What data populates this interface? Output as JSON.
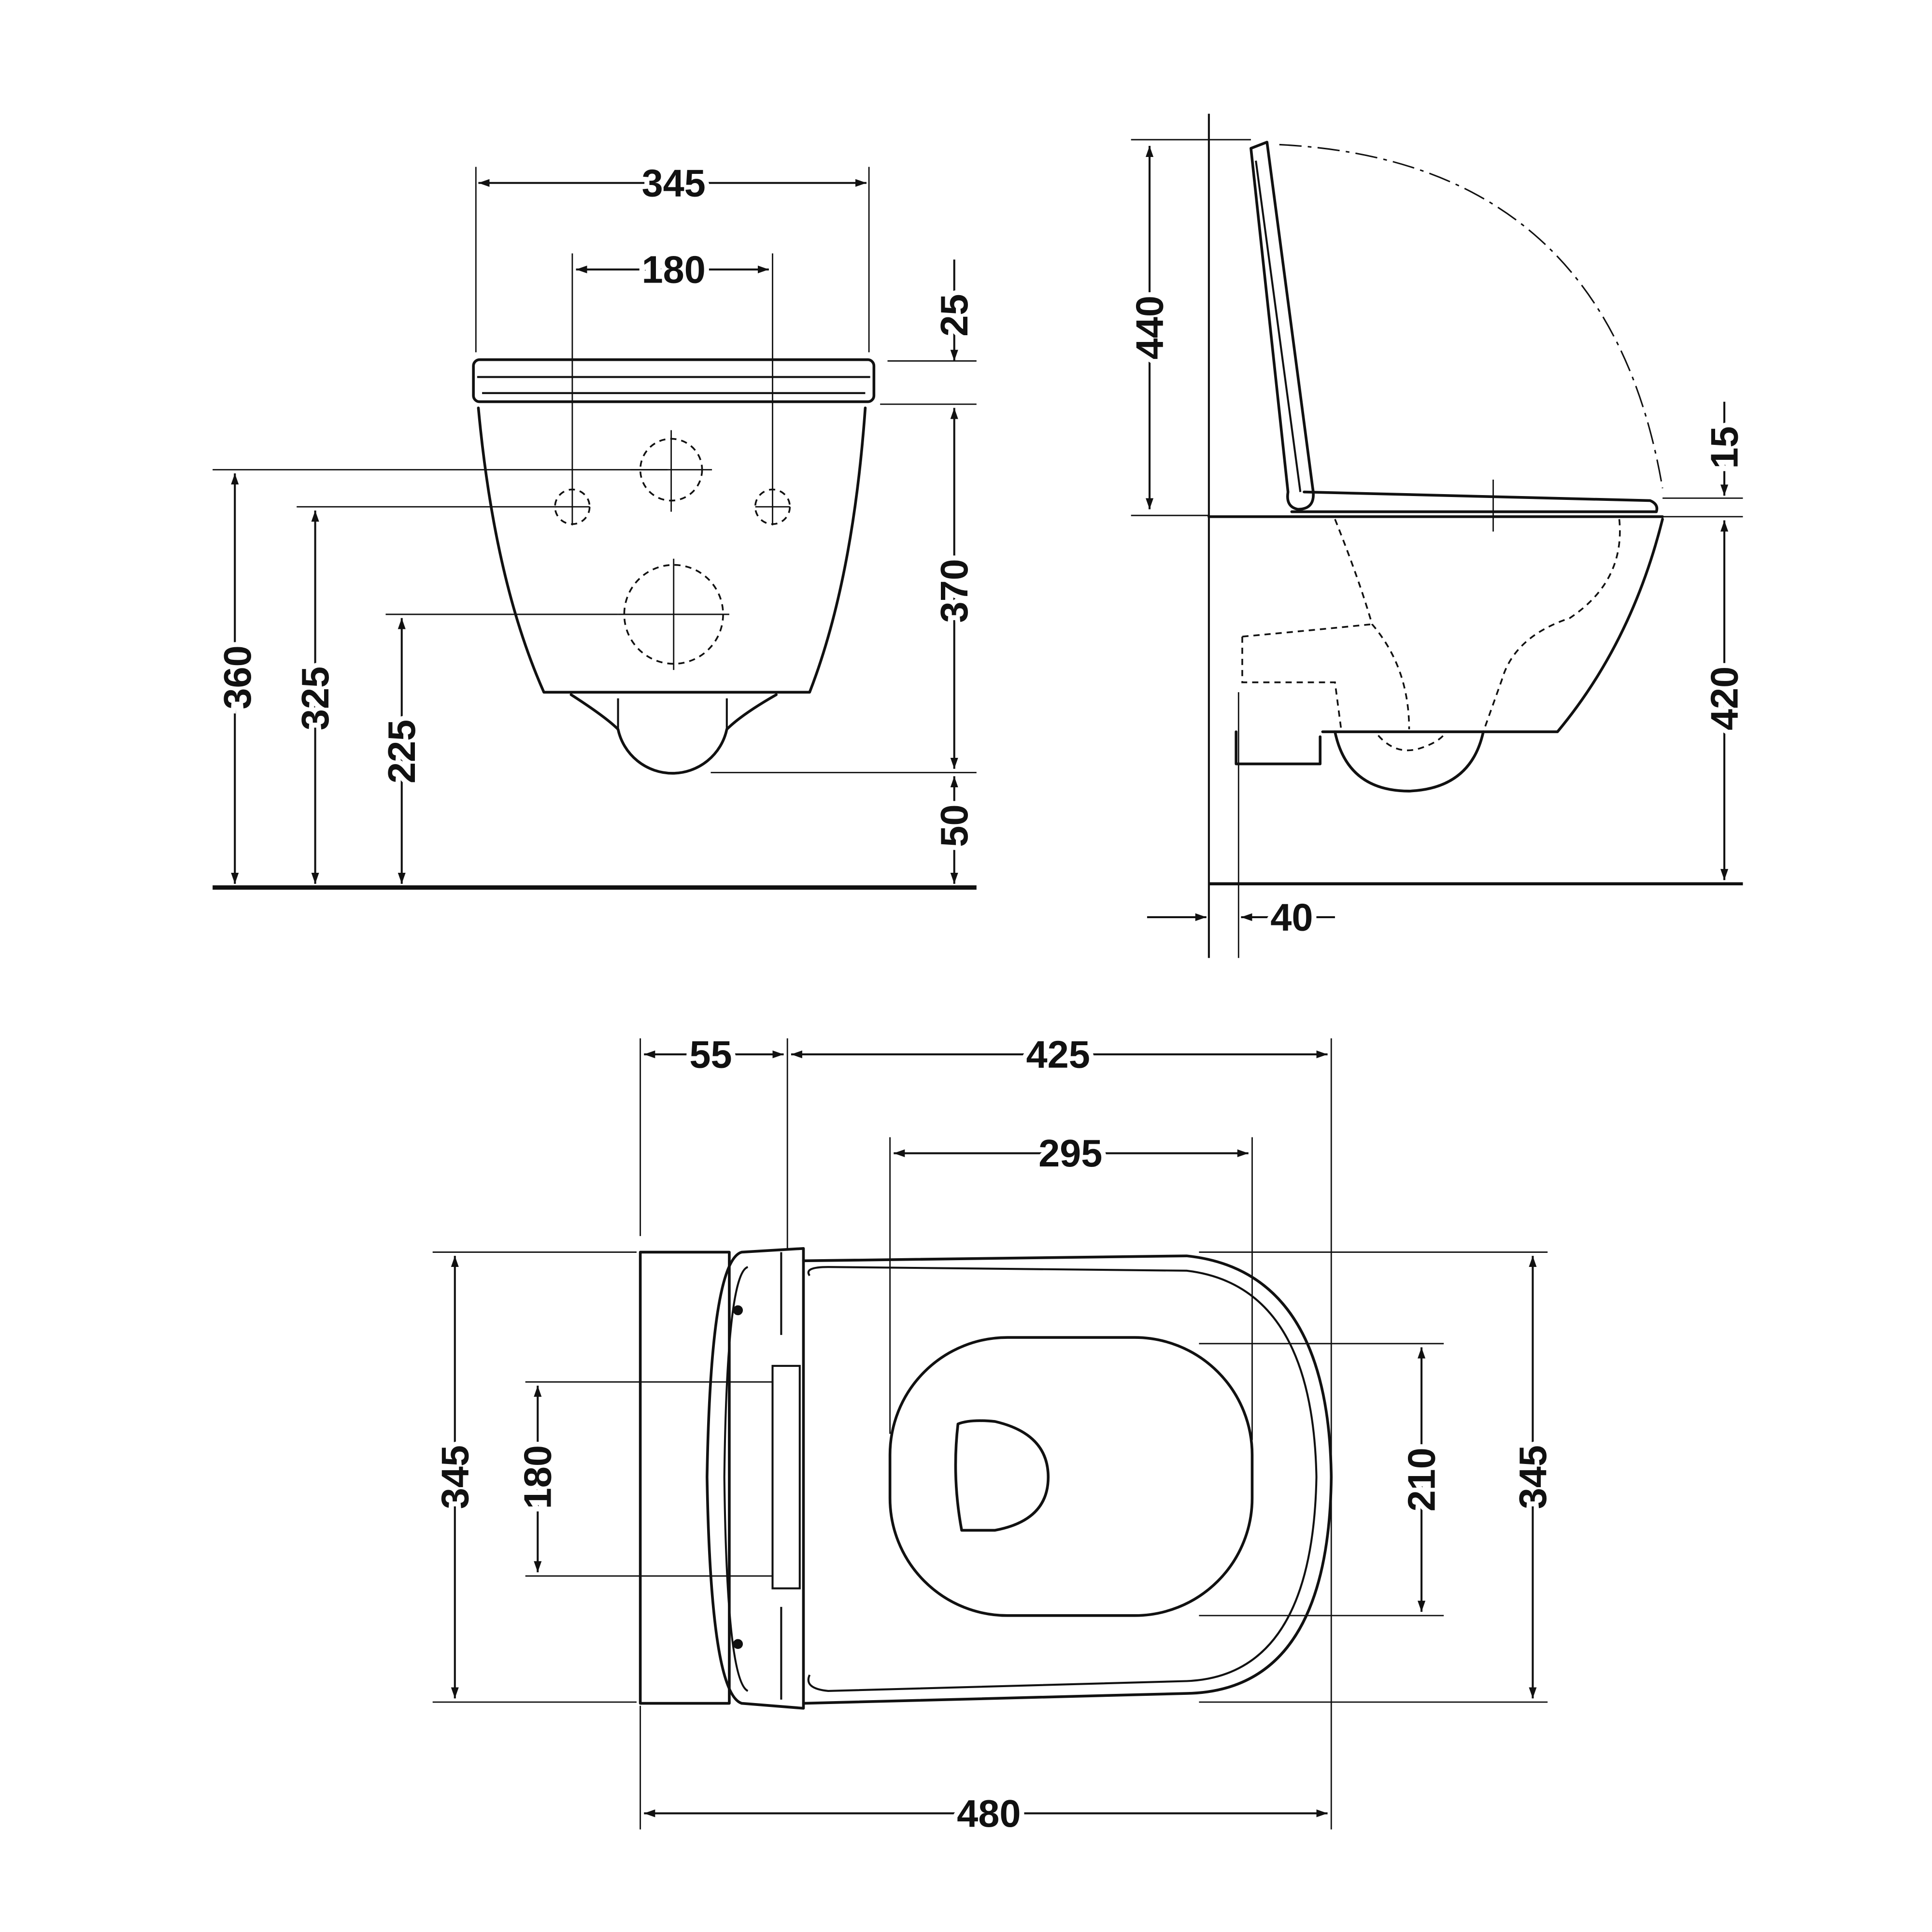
{
  "front_view": {
    "width": "345",
    "fixing_spacing": "180",
    "seat_thickness": "25",
    "bowl_height": "370",
    "trap_clearance": "50",
    "inlet_height": "360",
    "fixing_height": "325",
    "outlet_height": "225"
  },
  "side_view": {
    "lid_height": "440",
    "seat_height": "15",
    "rim_height": "420",
    "wall_gap": "40"
  },
  "top_view": {
    "rear_offset": "55",
    "projection_from_hinge": "425",
    "opening_length": "295",
    "width_left": "345",
    "fixing_spacing": "180",
    "opening_width": "210",
    "width_right": "345",
    "total_length": "480"
  },
  "colors": {
    "line": "#111111",
    "background": "#ffffff"
  }
}
